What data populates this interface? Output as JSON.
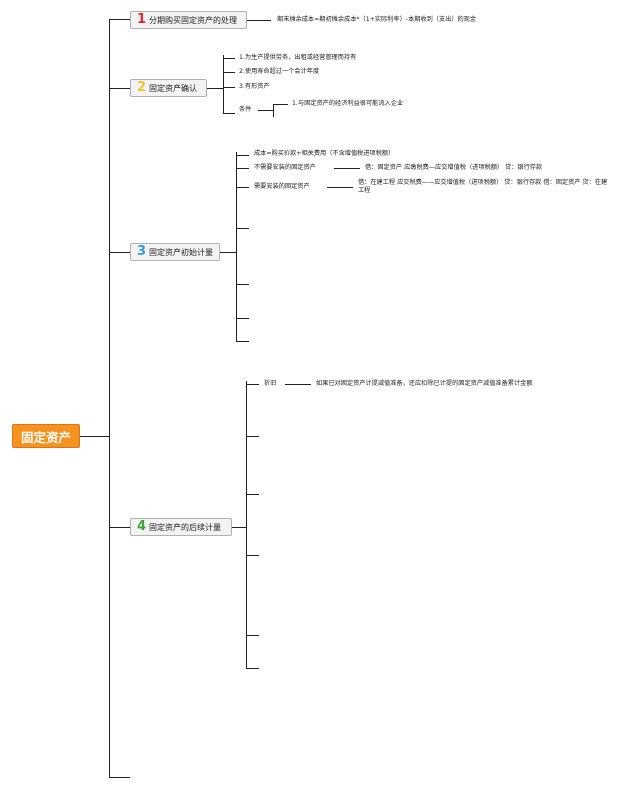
{
  "root": {
    "label": "固定资产"
  },
  "branches": [
    {
      "number": "1",
      "number_color": "#e8262b",
      "label": "分期购买固定资产的处理",
      "items": [
        {
          "text": "期末摊余成本=期初摊余成本*（1+实际利率）-本期收到（支出）的现金"
        }
      ]
    },
    {
      "number": "2",
      "number_color": "#f2c230",
      "label": "固定资产确认",
      "items": [
        {
          "text": "1.为生产提供劳务，出租或经营管理而持有"
        },
        {
          "text": "2.使用寿命超过一个会计年度"
        },
        {
          "text": "3.有形资产"
        },
        {
          "text": "条件",
          "child": "1.与固定资产的经济利益很可能流入企业"
        }
      ]
    },
    {
      "number": "3",
      "number_color": "#3a9ad9",
      "label": "固定资产初始计量",
      "items": [
        {
          "text": "成本=购买价款+相关费用（不含增值税进项税额）"
        },
        {
          "text": "不需要安装的固定资产",
          "child": "借：固定资产 应缴税费—应交增值税（进项税额） 贷：银行存款"
        },
        {
          "text": "需要安装的固定资产",
          "child": "借：在建工程 应交税费——应交增值税（进项税额） 贷：银行存款 借：固定资产 贷：在建工程"
        }
      ]
    },
    {
      "number": "4",
      "number_color": "#3aa635",
      "label": "固定资产的后续计量",
      "items": [
        {
          "text": "折旧",
          "child": "如果已对固定资产计提减值准备，还应扣除已计提的固定资产减值准备累计金额"
        }
      ]
    }
  ]
}
